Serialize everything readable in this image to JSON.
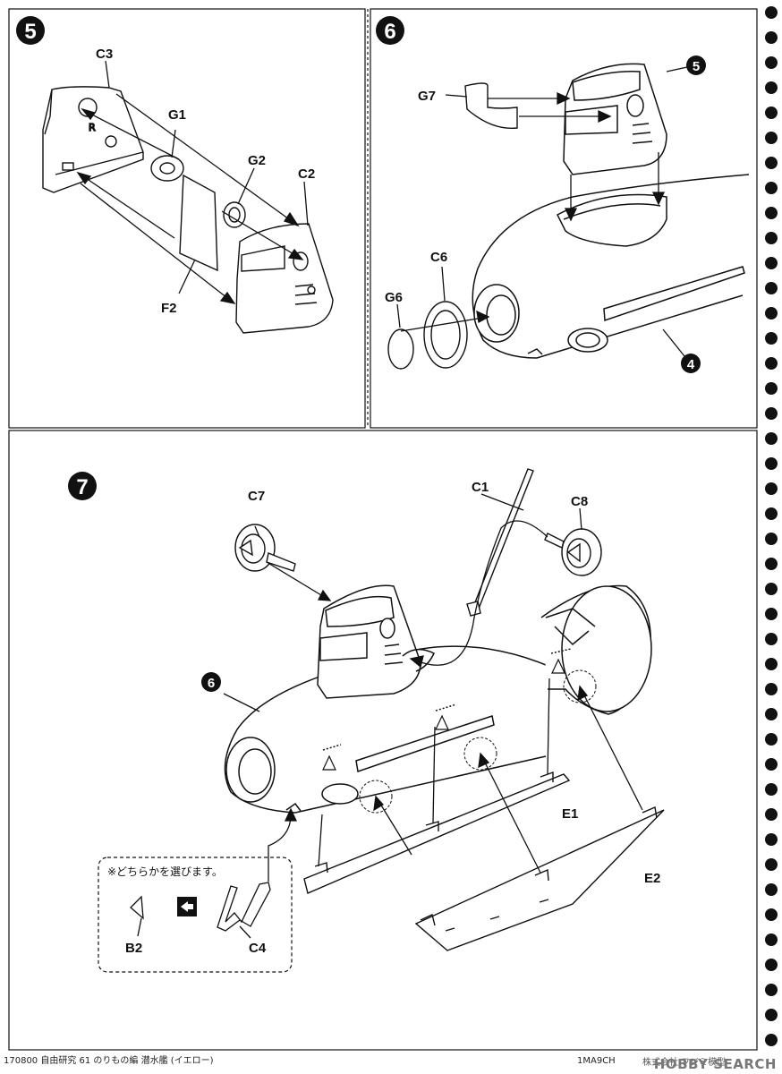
{
  "steps": {
    "s5": {
      "number": "5",
      "labels": {
        "c3": "C3",
        "g1": "G1",
        "g2": "G2",
        "c2": "C2",
        "f2": "F2",
        "r_mark": "R"
      }
    },
    "s6": {
      "number": "6",
      "labels": {
        "g7": "G7",
        "ref5": "5",
        "c6": "C6",
        "g6": "G6",
        "ref4": "4"
      }
    },
    "s7": {
      "number": "7",
      "labels": {
        "c7": "C7",
        "c1": "C1",
        "c8": "C8",
        "ref6": "6",
        "e1": "E1",
        "e2": "E2"
      },
      "choice_box": {
        "note": "※どちらかを選びます。",
        "b2": "B2",
        "c4": "C4"
      }
    }
  },
  "footer": {
    "left": "170800 自由研究 61 のりもの編 潜水艦 (イエロー)",
    "code": "1MA9CH",
    "company": "株式会社 フジミ模型",
    "watermark": "HOBBY SEARCH"
  },
  "colors": {
    "line": "#111111",
    "fill": "#ffffff",
    "badge": "#111111"
  }
}
